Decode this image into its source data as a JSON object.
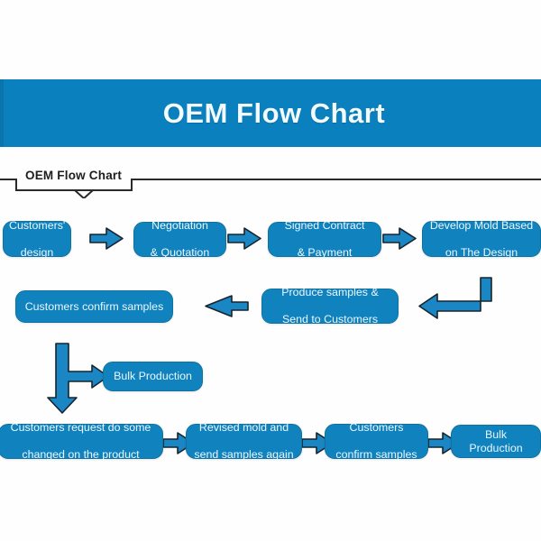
{
  "banner": {
    "title": "OEM Flow Chart",
    "background_color": "#0b80bf",
    "text_color": "#f2fbff"
  },
  "section_tab": {
    "label": "OEM Flow Chart"
  },
  "theme": {
    "node_fill": "#1083bf",
    "node_border": "#11729e",
    "node_text": "#eaf7ff",
    "arrow_fill": "#1b86c4",
    "arrow_stroke": "#1a2a33",
    "page_background": "#fefeff"
  },
  "chart_data": {
    "type": "diagram",
    "title": "OEM Flow Chart",
    "nodes": [
      {
        "id": "n1",
        "label": "Customers' design",
        "row": 1,
        "order": 1
      },
      {
        "id": "n2",
        "label": "Negotiation & Quotation",
        "row": 1,
        "order": 2
      },
      {
        "id": "n3",
        "label": "Signed Contract & Payment",
        "row": 1,
        "order": 3
      },
      {
        "id": "n4",
        "label": "Develop Mold Based on The Design",
        "row": 1,
        "order": 4
      },
      {
        "id": "n5",
        "label": "Produce samples & Send to Customers",
        "row": 2,
        "order": 2
      },
      {
        "id": "n6",
        "label": "Customers confirm samples",
        "row": 2,
        "order": 1
      },
      {
        "id": "n7",
        "label": "Bulk Production",
        "row": 3,
        "order": 1
      },
      {
        "id": "n8",
        "label": "Customers request do some changed on the product",
        "row": 4,
        "order": 1
      },
      {
        "id": "n9",
        "label": "Revised mold and send samples again",
        "row": 4,
        "order": 2
      },
      {
        "id": "n10",
        "label": "Customers confirm samples",
        "row": 4,
        "order": 3
      },
      {
        "id": "n11",
        "label": "Bulk Production",
        "row": 4,
        "order": 4
      }
    ],
    "edges": [
      {
        "from": "n1",
        "to": "n2",
        "direction": "right",
        "style": "block-arrow"
      },
      {
        "from": "n2",
        "to": "n3",
        "direction": "right",
        "style": "block-arrow"
      },
      {
        "from": "n3",
        "to": "n4",
        "direction": "right",
        "style": "block-arrow"
      },
      {
        "from": "n4",
        "to": "n5",
        "direction": "elbow-down-left",
        "style": "elbow-arrow"
      },
      {
        "from": "n5",
        "to": "n6",
        "direction": "left",
        "style": "block-arrow"
      },
      {
        "from": "n6",
        "to": "n7",
        "direction": "branch-right",
        "style": "tee-arrow"
      },
      {
        "from": "n6",
        "to": "n8",
        "direction": "down",
        "style": "tee-arrow"
      },
      {
        "from": "n8",
        "to": "n9",
        "direction": "right",
        "style": "block-arrow"
      },
      {
        "from": "n9",
        "to": "n10",
        "direction": "right",
        "style": "block-arrow"
      },
      {
        "from": "n10",
        "to": "n11",
        "direction": "right",
        "style": "block-arrow"
      }
    ]
  },
  "nodes": {
    "n1": {
      "lines": [
        "Customers'",
        "design"
      ]
    },
    "n2": {
      "lines": [
        "Negotiation",
        "& Quotation"
      ]
    },
    "n3": {
      "lines": [
        "Signed Contract",
        "& Payment"
      ]
    },
    "n4": {
      "lines": [
        "Develop Mold Based",
        "on The Design"
      ]
    },
    "n5": {
      "lines": [
        "Produce samples &",
        "Send to Customers"
      ]
    },
    "n6": {
      "lines": [
        "Customers confirm samples"
      ]
    },
    "n7": {
      "lines": [
        "Bulk Production"
      ]
    },
    "n8": {
      "lines": [
        "Customers request do some",
        "changed on the product"
      ]
    },
    "n9": {
      "lines": [
        "Revised mold and",
        "send samples again"
      ]
    },
    "n10": {
      "lines": [
        "Customers",
        "confirm samples"
      ]
    },
    "n11": {
      "lines": [
        "Bulk Production"
      ]
    }
  }
}
